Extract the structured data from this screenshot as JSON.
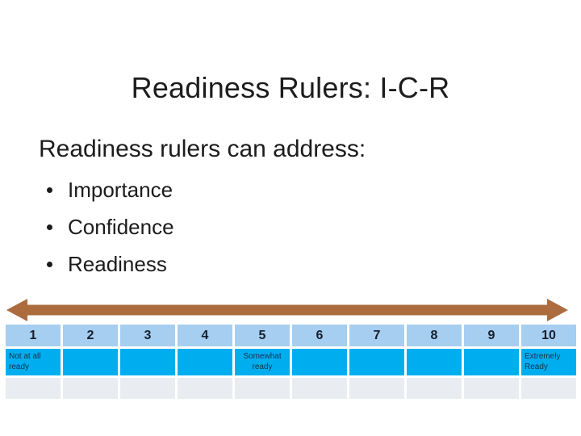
{
  "slide": {
    "title": "Readiness Rulers: I-C-R",
    "subtitle": "Readiness rulers can address:",
    "bullets": [
      "Importance",
      "Confidence",
      "Readiness"
    ]
  },
  "ruler": {
    "columns": [
      {
        "number": "1",
        "label": "Not at all ready"
      },
      {
        "number": "2",
        "label": ""
      },
      {
        "number": "3",
        "label": ""
      },
      {
        "number": "4",
        "label": ""
      },
      {
        "number": "5",
        "label": "Somewhat ready"
      },
      {
        "number": "6",
        "label": ""
      },
      {
        "number": "7",
        "label": ""
      },
      {
        "number": "8",
        "label": ""
      },
      {
        "number": "9",
        "label": ""
      },
      {
        "number": "10",
        "label": "Extremely Ready"
      }
    ]
  },
  "colors": {
    "text": "#1c1c1c",
    "arrow": "#ac6c3e",
    "ruler_header_bg": "#a6cef0",
    "ruler_mid_bg": "#00aeef",
    "ruler_bottom_bg": "#e9edf1",
    "ruler_label_text": "#16324a"
  }
}
